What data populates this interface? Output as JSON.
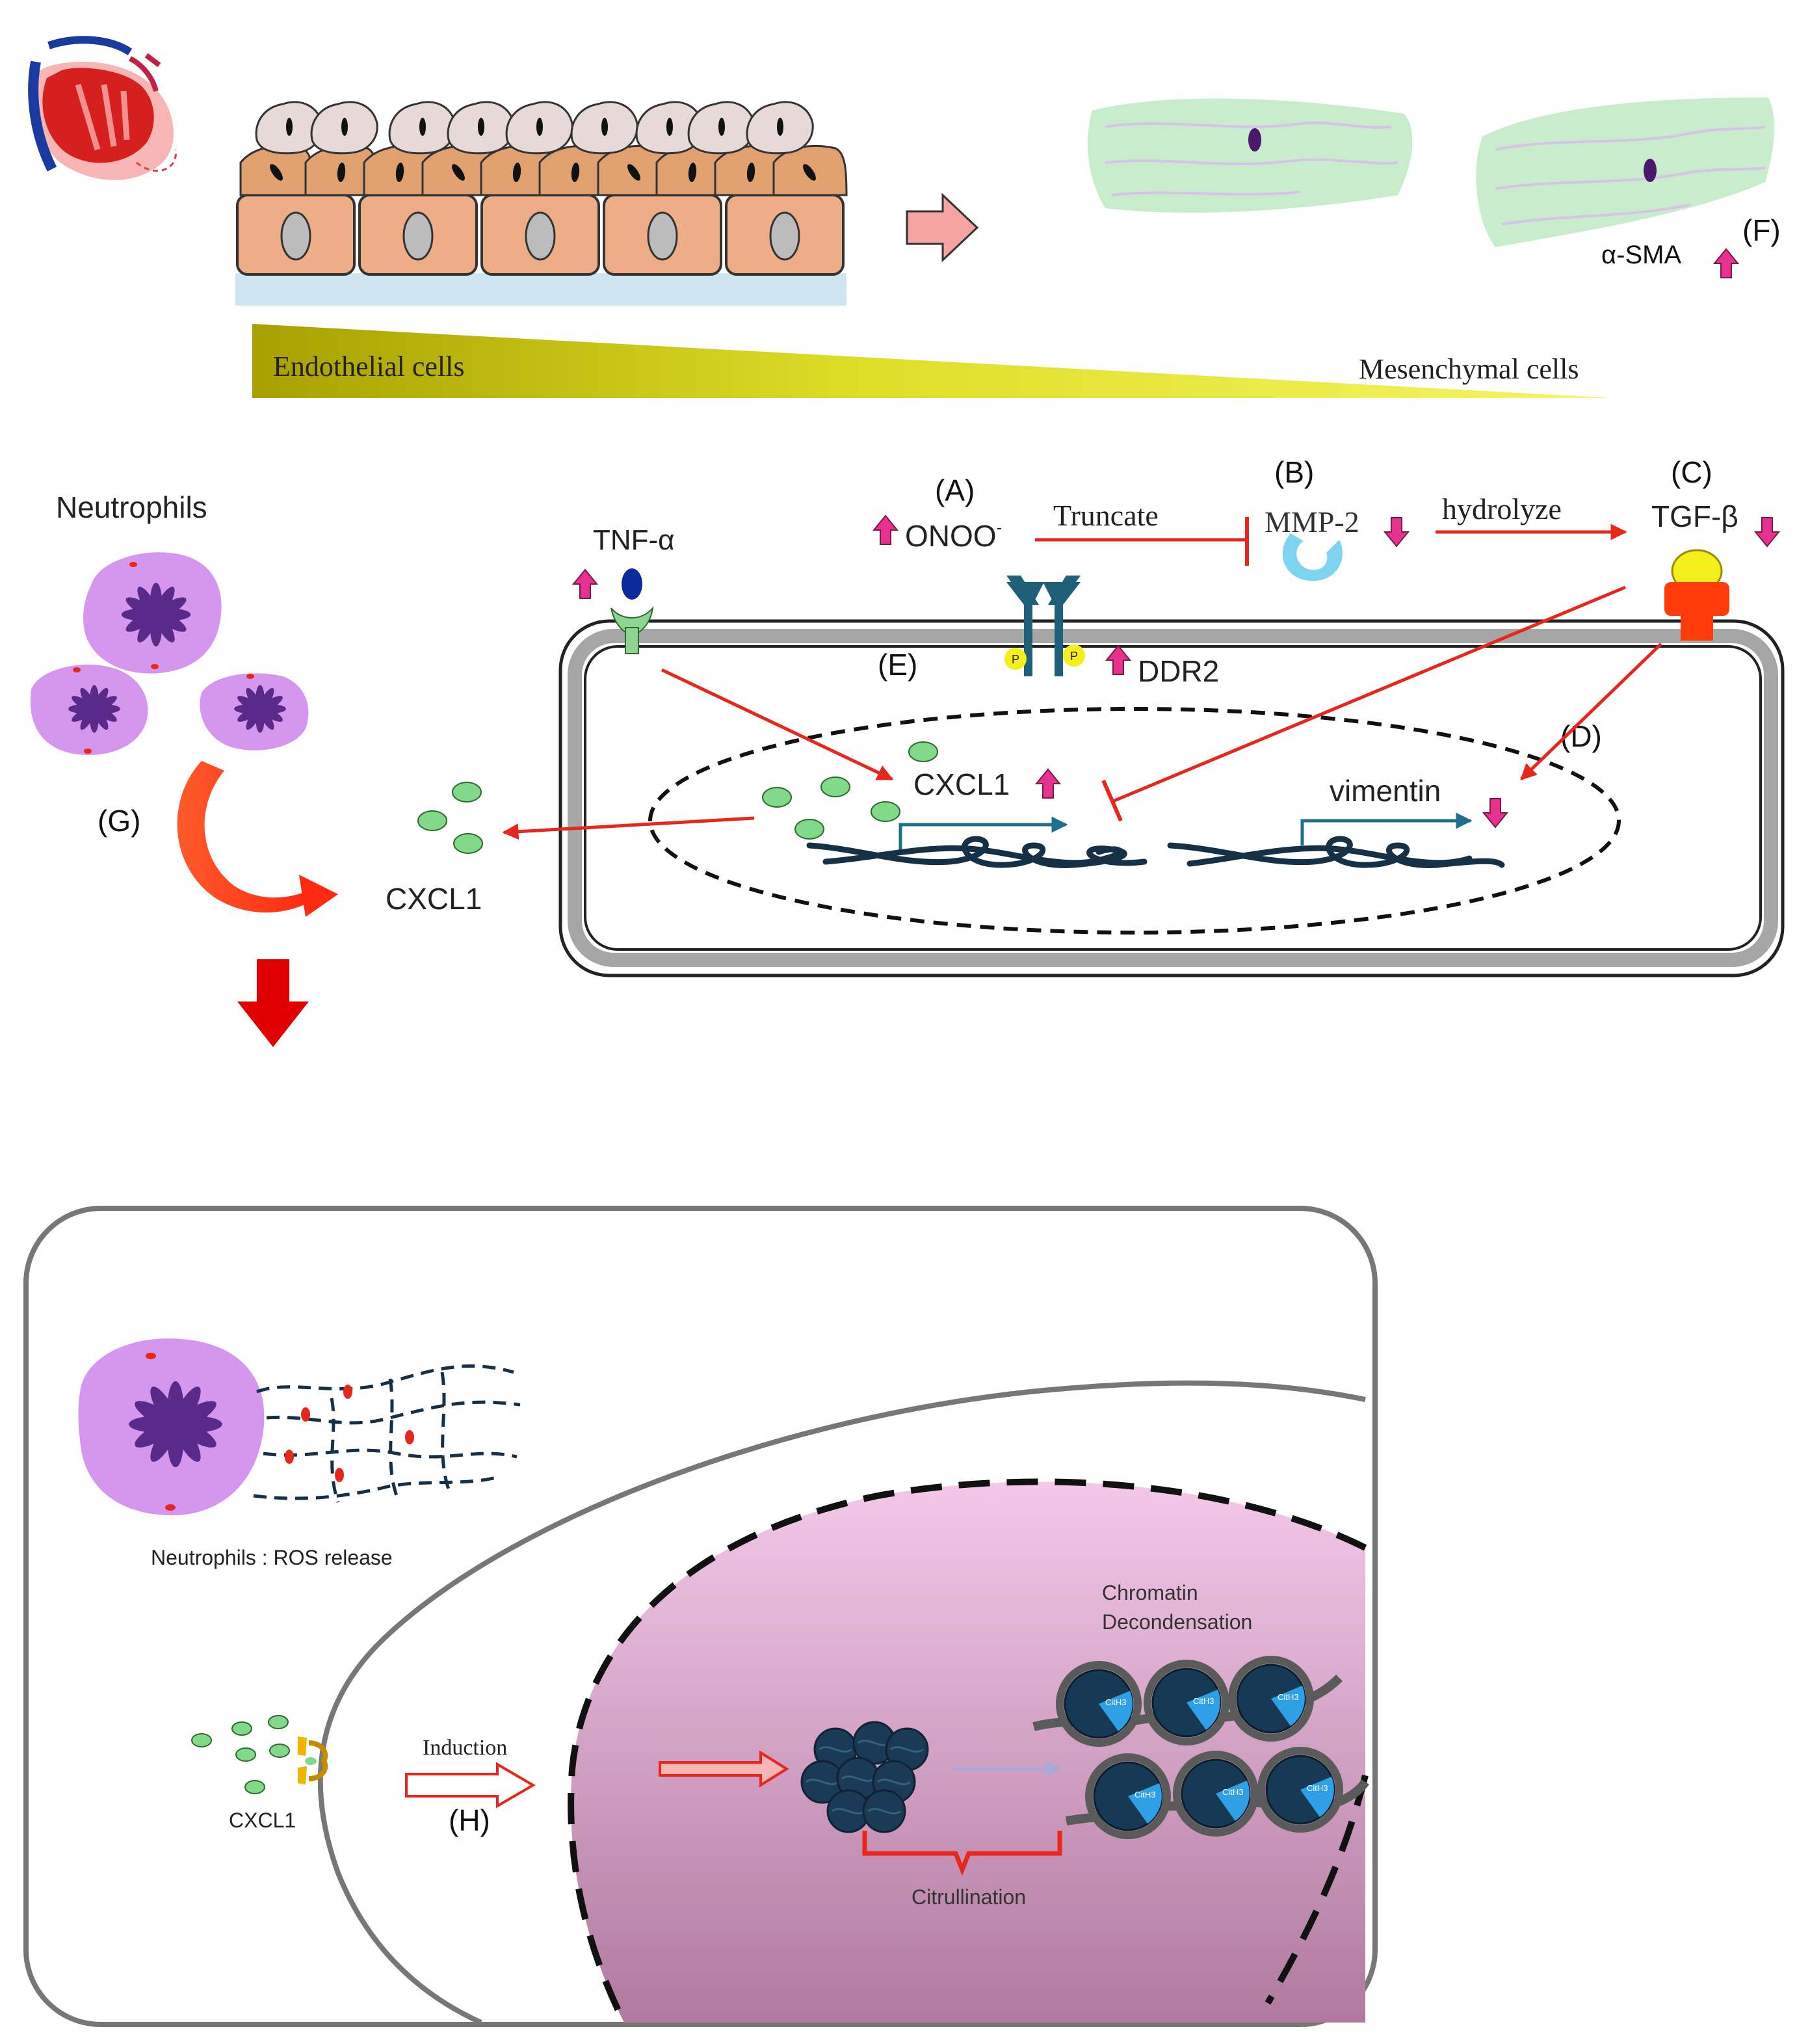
{
  "colors": {
    "magenta_arrow": "#e8308f",
    "red_line": "#e8261c",
    "teal_arrow": "#1f6f8b",
    "chromatin": "#163046",
    "neutrophil_body": "#d596ee",
    "neutrophil_nucleus": "#5a2a8a",
    "mesenchymal_fill": "#bfe9c4",
    "cxcl1_dot": "#82d98a",
    "endothelial_top": "#e0a070",
    "endothelial_base": "#edae87",
    "gradient_dark": "#a8a000",
    "gradient_light": "#f3f340",
    "nucleus_pink": "#e8b3d6",
    "cell_membrane": "#9a9a9a"
  },
  "top": {
    "endothelial_label": "Endothelial cells",
    "mesenchymal_label": "Mesenchymal cells",
    "alpha_sma": "α-SMA",
    "label_f": "(F)"
  },
  "middle": {
    "neutrophils_title": "Neutrophils",
    "label_g": "(G)",
    "cxcl1_outside": "CXCL1",
    "tnf_alpha": "TNF-α",
    "label_a": "(A)",
    "onoo": "ONOO",
    "onoo_sup": "-",
    "truncate": "Truncate",
    "label_b": "(B)",
    "mmp2": "MMP-2",
    "hydrolyze": "hydrolyze",
    "label_c": "(C)",
    "tgf_beta": "TGF-β",
    "label_e": "(E)",
    "ddr2": "DDR2",
    "phospho": "P",
    "label_d": "(D)",
    "cxcl1_inside": "CXCL1",
    "vimentin": "vimentin"
  },
  "bottom": {
    "ros_caption": "Neutrophils : ROS release",
    "chromatin_title_1": "Chromatin",
    "chromatin_title_2": "Decondensation",
    "cxcl1": "CXCL1",
    "induction": "Induction",
    "label_h": "(H)",
    "citrullination": "Citrullination",
    "histone_label": "CitH3"
  }
}
